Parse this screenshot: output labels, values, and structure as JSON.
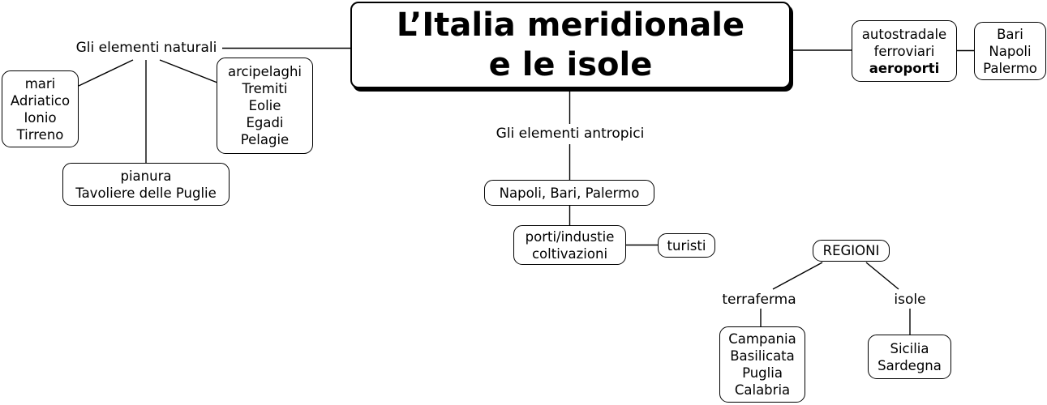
{
  "title": {
    "line1": "L’Italia meridionale",
    "line2": "e le isole"
  },
  "labels": {
    "naturali": "Gli elementi naturali",
    "antropici": "Gli elementi antropici",
    "terraferma": "terraferma",
    "isole": "isole"
  },
  "nodes": {
    "mari": {
      "lines": [
        "mari",
        "Adriatico",
        "Ionio",
        "Tirreno"
      ]
    },
    "arcipelaghi": {
      "lines": [
        "arcipelaghi",
        "Tremiti",
        "Eolie",
        "Egadi",
        "Pelagie"
      ]
    },
    "pianura": {
      "lines": [
        "pianura",
        "Tavoliere delle Puglie"
      ]
    },
    "citta_antropiche": {
      "lines": [
        "Napoli, Bari, Palermo"
      ]
    },
    "porti": {
      "lines": [
        "porti/industie",
        "coltivazioni"
      ]
    },
    "turisti": {
      "lines": [
        "turisti"
      ]
    },
    "trasporti": {
      "lines": [
        "autostradale",
        "ferroviari",
        "aeroporti"
      ]
    },
    "citta_collegamenti": {
      "lines": [
        "Bari",
        "Napoli",
        "Palermo"
      ]
    },
    "regioni": {
      "lines": [
        "REGIONI"
      ]
    },
    "regioni_terraferma": {
      "lines": [
        "Campania",
        "Basilicata",
        "Puglia",
        "Calabria"
      ]
    },
    "regioni_isole": {
      "lines": [
        "Sicilia",
        "Sardegna"
      ]
    }
  },
  "colors": {
    "line": "#000000",
    "box_border": "#000000",
    "box_background": "#ffffff",
    "text": "#000000"
  }
}
